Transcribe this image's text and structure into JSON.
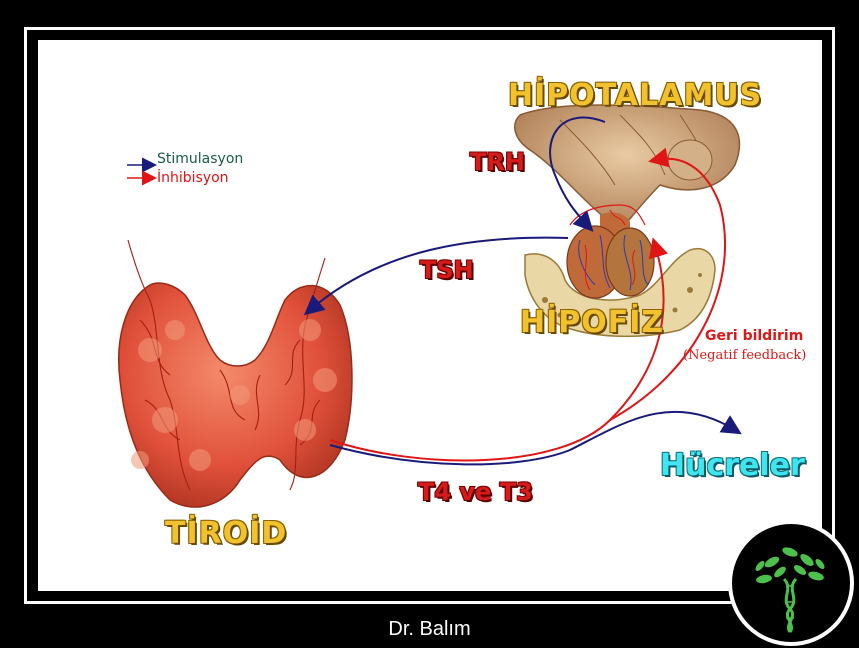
{
  "labels": {
    "hipotalamus": "HİPOTALAMUS",
    "trh": "TRH",
    "tsh": "TSH",
    "hipofiz": "HİPOFİZ",
    "tiroid": "TİROİD",
    "t4t3": "T4 ve T3",
    "hucreler": "Hücreler",
    "geri_bildirim": "Geri bildirim",
    "negatif_feedback": "(Negatif feedback)"
  },
  "legend": {
    "stimulation": "Stimulasyon",
    "inhibition": "İnhibisyon"
  },
  "footer": "Dr. Balım",
  "colors": {
    "stimulation_arrow": "#1a1a7a",
    "inhibition_arrow": "#e01616",
    "gold": "#f2c12e",
    "hormone_red": "#d61b1b",
    "cyan": "#3fe6f0",
    "thyroid": "#e0503a"
  },
  "icons": {
    "logo": "dna-tree-icon"
  }
}
